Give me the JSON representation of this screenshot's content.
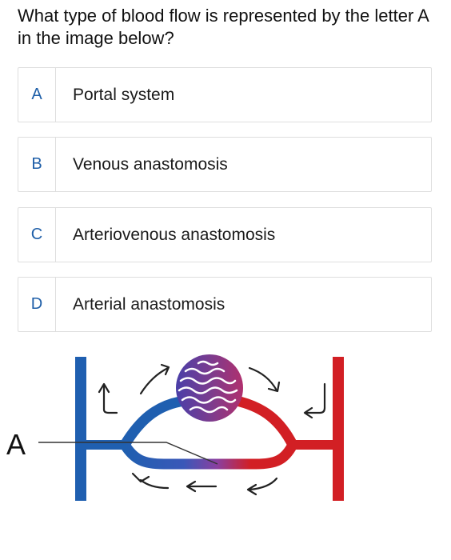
{
  "question": {
    "text": "What type of blood flow is represented by the letter A in the image below?"
  },
  "options": [
    {
      "letter": "A",
      "label": "Portal system"
    },
    {
      "letter": "B",
      "label": "Venous anastomosis"
    },
    {
      "letter": "C",
      "label": "Arteriovenous anastomosis"
    },
    {
      "letter": "D",
      "label": "Arterial anastomosis"
    }
  ],
  "diagram": {
    "pointer_label": "A",
    "colors": {
      "vein": "#1f5fb0",
      "artery": "#d21f24",
      "capillary": "#7a3c8f",
      "arrow": "#222222"
    }
  }
}
